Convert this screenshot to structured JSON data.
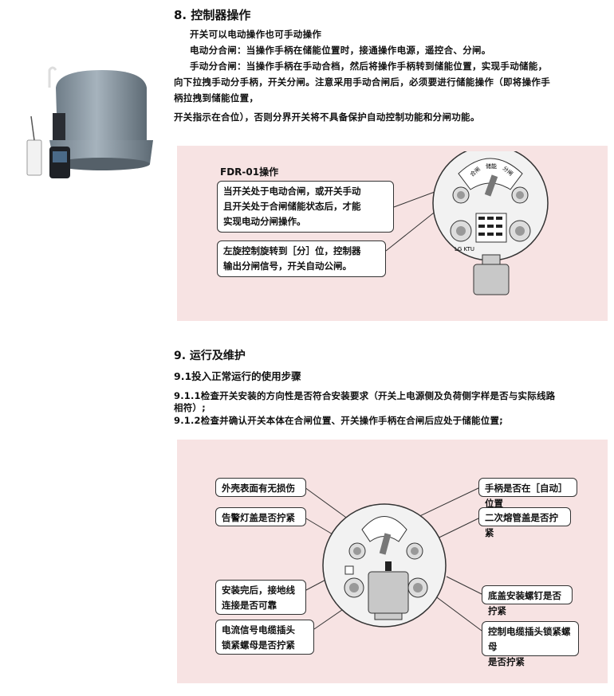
{
  "section8": {
    "title": "8. 控制器操作",
    "lines": [
      "开关可以电动操作也可手动操作",
      "电动分合闸：当操作手柄在储能位置时，接通操作电源，遥控合、分闸。",
      "手动分合闸：当操作手柄在手动合档，然后将操作手柄转到储能位置，实现手动储能，",
      "向下拉拽手动分手柄，开关分闸。注意采用手动合闸后，必须要进行储能操作（即将操作手",
      "柄拉拽到储能位置，",
      "开关指示在合位），否则分界开关将不具备保护自动控制功能和分闸功能。"
    ]
  },
  "panel1": {
    "title": "FDR-01操作",
    "callout1": [
      "当开关处于电动合闸，或开关手动",
      "且开关处于合闸储能状态后，才能",
      "实现电动分闸操作。"
    ],
    "callout2": [
      "左旋控制旋转到［分］位，控制器",
      "输出分闸信号，开关自动公闸。"
    ]
  },
  "section9": {
    "title": "9. 运行及维护",
    "subtitle": "9.1投入正常运行的使用步骤",
    "p1": [
      "9.1.1检查开关安装的方向性是否符合安装要求（开关上电源侧及负荷侧字样是否与实际线路",
      "相符）;"
    ],
    "p2": "9.1.2检查并确认开关本体在合闸位置、开关操作手柄在合闸后应处于储能位置;"
  },
  "panel2": {
    "left": [
      [
        "外壳表面有无损伤"
      ],
      [
        "告警灯盖是否拧紧"
      ],
      [
        "安装完后，接地线",
        "连接是否可靠"
      ],
      [
        "电流信号电缆插头",
        "锁紧螺母是否拧紧"
      ]
    ],
    "right": [
      [
        "手柄是否在［自动］位置"
      ],
      [
        "二次熔管盖是否拧紧"
      ],
      [
        "底盖安装螺钉是否拧紧"
      ],
      [
        "控制电缆插头锁紧螺母",
        "是否拧紧"
      ]
    ]
  },
  "device": {
    "top_labels": [
      "合闸",
      "储能",
      "分闸"
    ],
    "panel_label": "LG KTU"
  }
}
